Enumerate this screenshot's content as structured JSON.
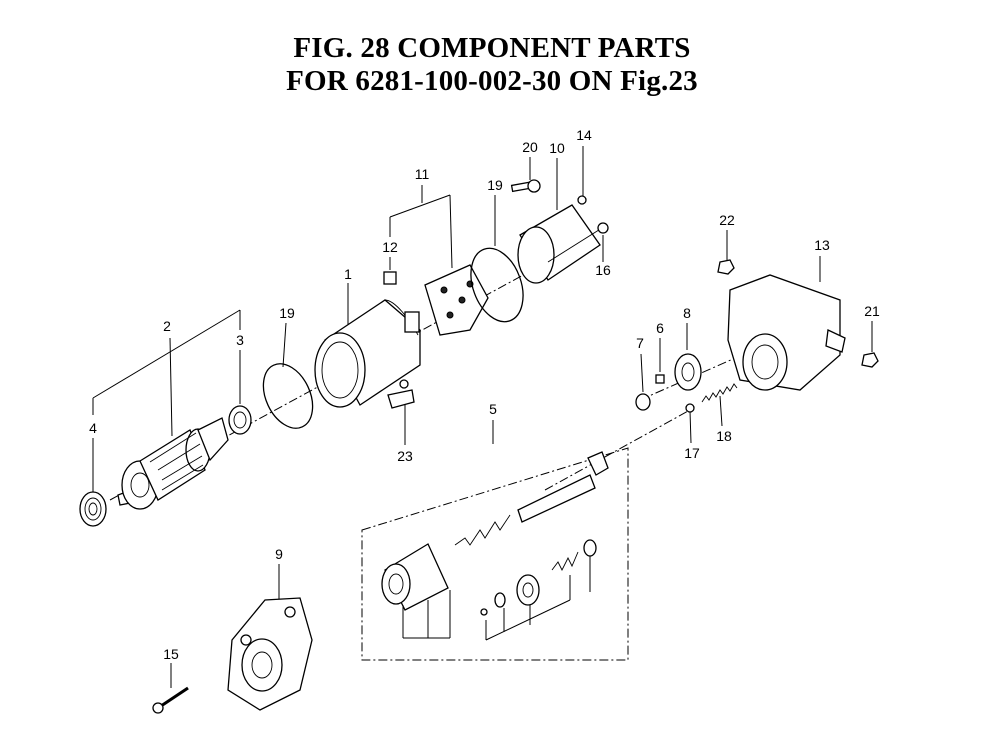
{
  "title": {
    "line1": "FIG. 28  COMPONENT PARTS",
    "line2": "FOR 6281-100-002-30 ON Fig.23"
  },
  "callouts": {
    "c1": "1",
    "c2": "2",
    "c3": "3",
    "c4": "4",
    "c5": "5",
    "c6": "6",
    "c7": "7",
    "c8": "8",
    "c9": "9",
    "c10": "10",
    "c11": "11",
    "c12": "12",
    "c13": "13",
    "c14": "14",
    "c15": "15",
    "c16": "16",
    "c17": "17",
    "c18": "18",
    "c19a": "19",
    "c19b": "19",
    "c20": "20",
    "c21": "21",
    "c22": "22",
    "c23": "23"
  }
}
